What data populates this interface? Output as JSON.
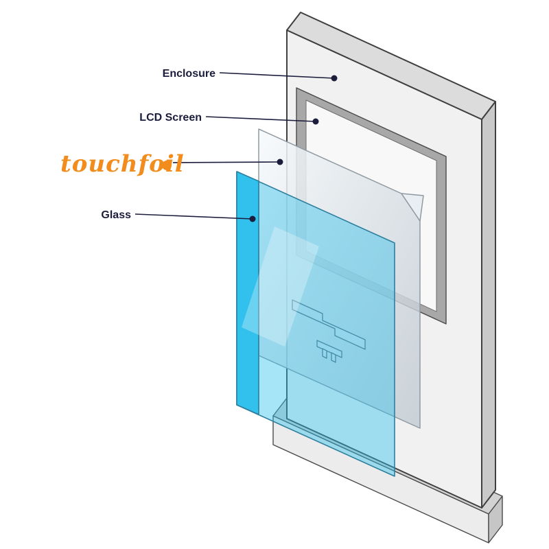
{
  "diagram": {
    "background": "#ffffff",
    "labels": [
      {
        "id": "enclosure",
        "text": "Enclosure"
      },
      {
        "id": "lcd-screen",
        "text": "LCD Screen"
      },
      {
        "id": "glass",
        "text": "Glass"
      }
    ],
    "logo": {
      "text": "touchfoil",
      "color": "#f28c1c"
    },
    "colors": {
      "label_text": "#1c1c3c",
      "leader_line": "#1c1c3c",
      "marker_dot": "#1c1c3c",
      "glass": "#2bbfec",
      "glass_outline": "#2e7f9e",
      "enclosure_front": "#f1f1f1",
      "enclosure_side": "#c9c9c9",
      "enclosure_top": "#dcdcdc",
      "base_front": "#ececec",
      "base_side": "#c6c6c6",
      "base_top": "#d2d2d2",
      "bezel_frame": "#a8a8a8",
      "screen_area": "#f8f8f8",
      "foil_outline": "#8f99a1",
      "fold_corner": "#e9eef2",
      "tail_fill": "#dfe7ec"
    }
  }
}
